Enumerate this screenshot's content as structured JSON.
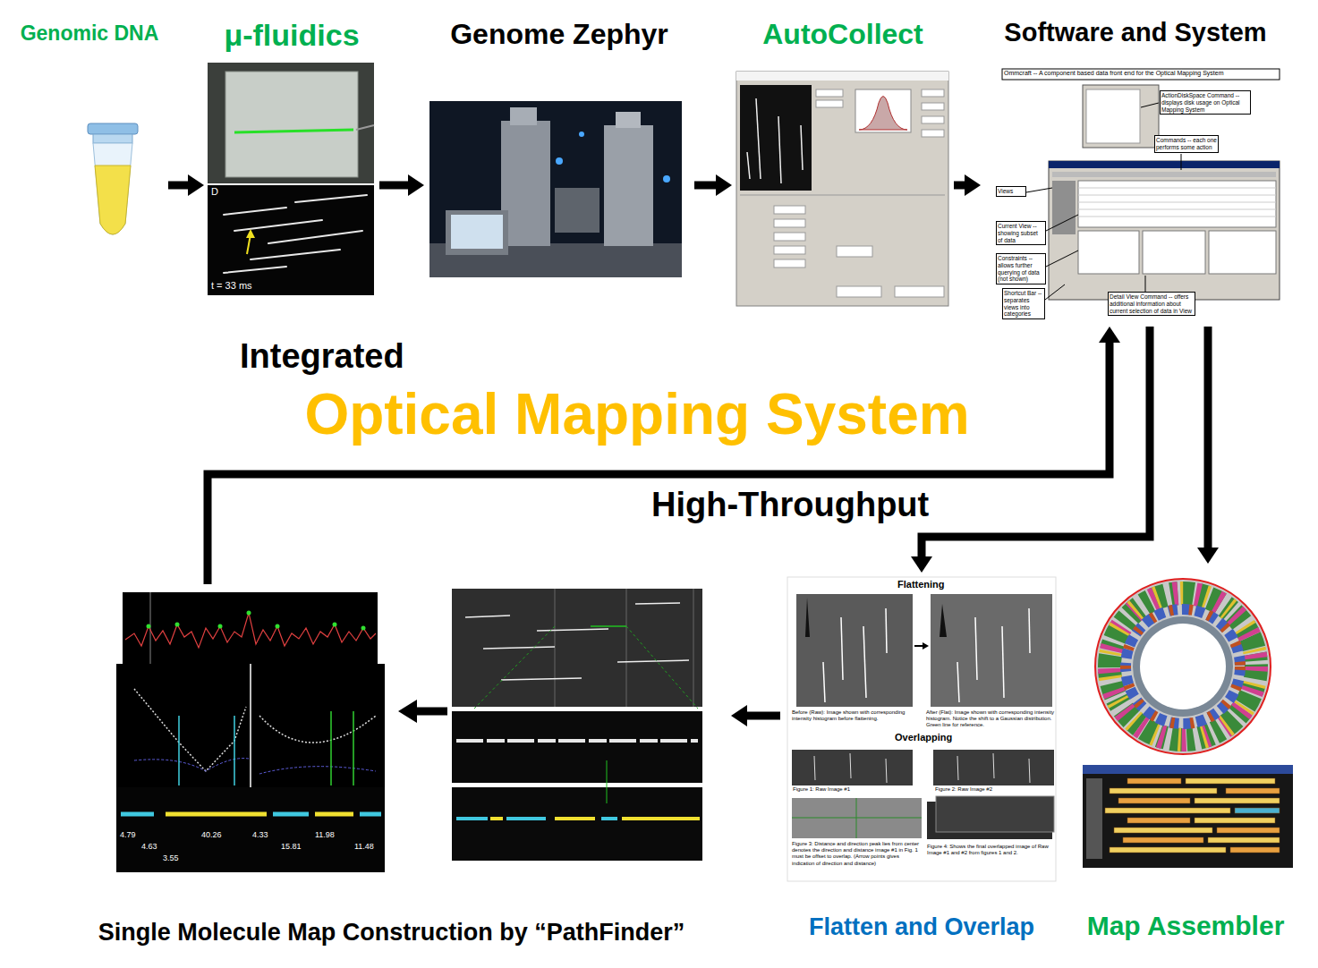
{
  "diagram": {
    "title": "Optical Mapping System",
    "nodes": [
      {
        "text": [
          "Genomic DNA"
        ]
      },
      {
        "text": [
          "μ-fluidics"
        ]
      },
      {
        "text": [
          "Genome Zephyr"
        ]
      },
      {
        "text": [
          "AutoCollect"
        ]
      },
      {
        "text": [
          "Software and System"
        ]
      },
      {
        "text": [
          "Flatten and Overlap"
        ]
      },
      {
        "text": [
          "Map Assembler"
        ]
      },
      {
        "text": [
          "Single Molecule Map Construction by “PathFinder”"
        ]
      }
    ],
    "edges": [
      {
        "from": 0,
        "to": 1,
        "arrow": "to"
      },
      {
        "from": 1,
        "to": 2,
        "arrow": "to"
      },
      {
        "from": 2,
        "to": 3,
        "arrow": "to"
      },
      {
        "from": 3,
        "to": 4,
        "arrow": "to"
      },
      {
        "from": 4,
        "to": 5,
        "arrow": "to"
      },
      {
        "from": 4,
        "to": 6,
        "arrow": "to"
      },
      {
        "from": 5,
        "to": 7,
        "arrow": "to"
      },
      {
        "from": 7,
        "to": 4,
        "arrow": "to"
      }
    ],
    "labels": [
      "Integrated",
      "High-Throughput",
      "D",
      "t = 33 ms",
      "Ommcraft -- A component based data front end for the Optical Mapping System",
      "ActionDiskSpace Command -- displays disk usage on Optical Mapping System",
      "Commands -- each one performs some action",
      "Views",
      "Current View -- showing subset of data",
      "Constraints -- allows further querying of data (not shown)",
      "Shortcut Bar -- separates views into categories",
      "Detail View Command -- offers additional information about current selection of data in View",
      "Flattening",
      "Before (Raw): Image shown with corresponding intensity histogram before flattening.",
      "After (Flat): Image shown with corresponding intensity histogram. Notice the shift to a Gaussian distribution. Green line for reference.",
      "Overlapping",
      "Figure 1: Raw Image #1",
      "Figure 2: Raw Image #2",
      "Figure 3: Distance and direction peak lies from center denotes the direction and distance image #1 in Fig. 1 must be offset to overlap. (Arrow points gives indication of direction and distance)",
      "Figure 4: Shows the final overlapped image of Raw Image #1 and #2 from figures 1 and 2.",
      "4.79",
      "4.63",
      "3.55",
      "40.26",
      "4.33",
      "15.81",
      "11.98",
      "11.48"
    ]
  }
}
